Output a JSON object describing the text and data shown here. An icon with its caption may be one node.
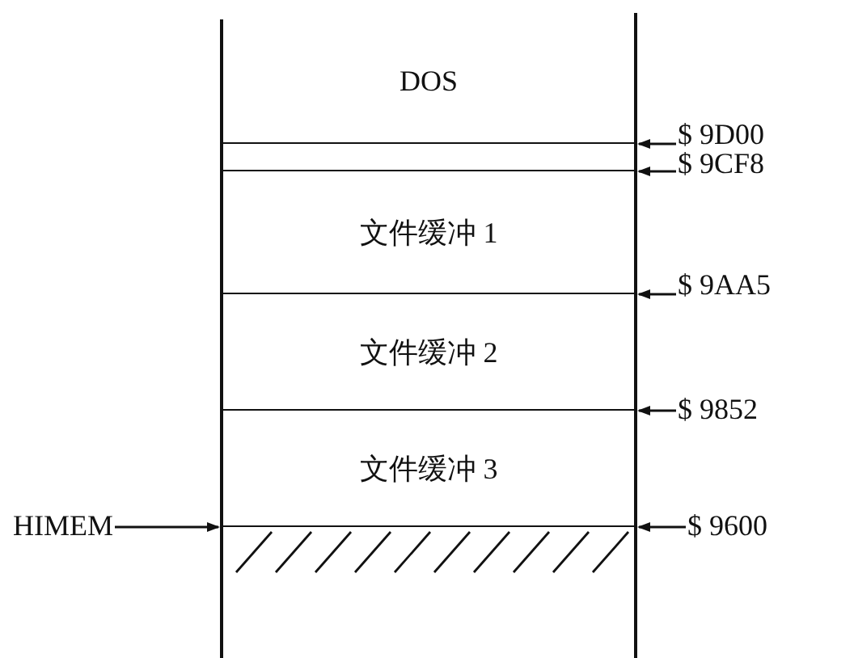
{
  "diagram": {
    "nodes": [
      {
        "text": [
          "DOS"
        ]
      },
      {
        "text": [],
        "shape": "box"
      },
      {
        "text": [
          "文件缓冲 1"
        ]
      },
      {
        "text": [
          "文件缓冲 2"
        ]
      },
      {
        "text": [
          "文件缓冲 3"
        ]
      },
      {
        "text": [
          "$ 9D00"
        ]
      },
      {
        "text": [
          "$ 9CF8"
        ]
      },
      {
        "text": [
          "$ 9AA5"
        ]
      },
      {
        "text": [
          "$ 9852"
        ]
      },
      {
        "text": [
          "$ 9600"
        ]
      },
      {
        "text": [
          "HIMEM"
        ]
      }
    ],
    "edges": [
      {
        "from": 5,
        "to": 0,
        "arrow": "to"
      },
      {
        "from": 6,
        "to": 1,
        "arrow": "to"
      },
      {
        "from": 7,
        "to": 2,
        "arrow": "to"
      },
      {
        "from": 8,
        "to": 3,
        "arrow": "to"
      },
      {
        "from": 9,
        "to": 4,
        "arrow": "to"
      },
      {
        "from": 10,
        "to": 4,
        "arrow": "to"
      }
    ]
  }
}
